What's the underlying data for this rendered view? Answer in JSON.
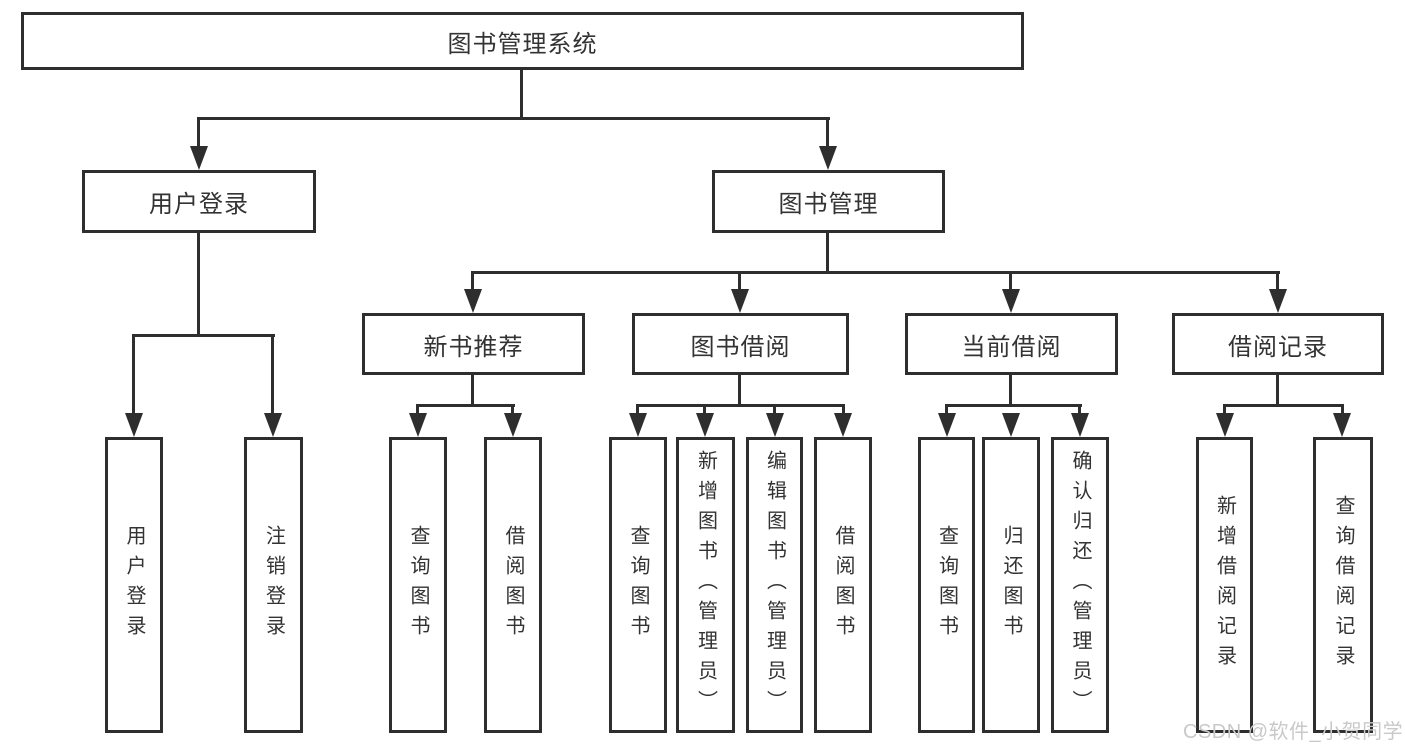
{
  "colors": {
    "line": "#2e2e2e",
    "text": "#333333",
    "background": "#ffffff",
    "watermark_text": "#c9c9c9"
  },
  "root": {
    "label": "图书管理系统"
  },
  "branches": {
    "user_login": {
      "label": "用户登录",
      "children": {
        "login": "用户登录",
        "logout": "注销登录"
      }
    },
    "book_management": {
      "label": "图书管理",
      "sections": {
        "new_book_recommend": {
          "label": "新书推荐",
          "children": {
            "query_books": "查询图书",
            "borrow_books": "借阅图书"
          }
        },
        "book_borrow": {
          "label": "图书借阅",
          "children": {
            "query_books": "查询图书",
            "add_books": "新增图书（管理员）",
            "edit_books": "编辑图书（管理员）",
            "borrow_books": "借阅图书"
          }
        },
        "current_borrow": {
          "label": "当前借阅",
          "children": {
            "query_books": "查询图书",
            "return_books": "归还图书",
            "confirm_return": "确认归还（管理员）"
          }
        },
        "borrow_records": {
          "label": "借阅记录",
          "children": {
            "add_record": "新增借阅记录",
            "query_record": "查询借阅记录"
          }
        }
      }
    }
  },
  "watermark": "CSDN @软件_小贺同学"
}
